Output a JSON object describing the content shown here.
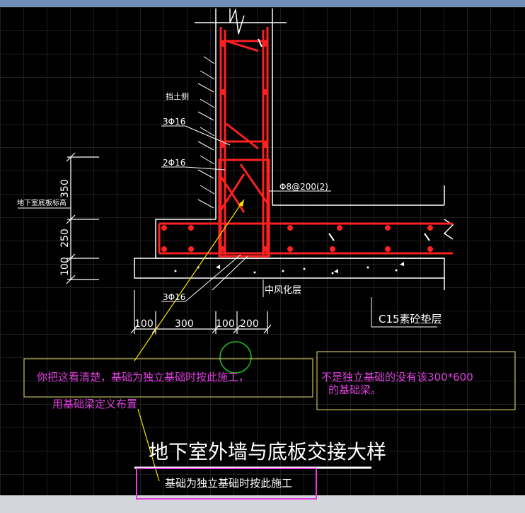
{
  "drawing": {
    "title": "地下室外墙与底板交接大样",
    "subtitle": "基础为独立基础时按此施工",
    "labels": {
      "retaining_side": "挡土侧",
      "rebar_top": "3Φ16",
      "rebar_mid": "2Φ16",
      "rebar_bottom": "3Φ16",
      "stirrup": "Φ8@200(2)",
      "weathered_layer": "中风化层",
      "bedding_layer": "C15素砼垫层",
      "slab_elevation": "地下室底板标高"
    },
    "dimensions": {
      "vertical": [
        "350",
        "250",
        "100"
      ],
      "horizontal": [
        "100",
        "300",
        "100",
        "200"
      ]
    }
  },
  "annotations": {
    "main_note": "你把这看清楚，基础为独立基础时按此施工，",
    "beam_note": "用基础梁定义布置",
    "other_note_line1": "不是独立基础的没有该300*600",
    "other_note_line2": "的基础梁。"
  },
  "colors": {
    "canvas": "#000000",
    "rebar": "#ff2020",
    "annotation_text": "#e03fe0",
    "annotation_arrow": "#ffe600",
    "highlight_box": "#e040e0"
  }
}
